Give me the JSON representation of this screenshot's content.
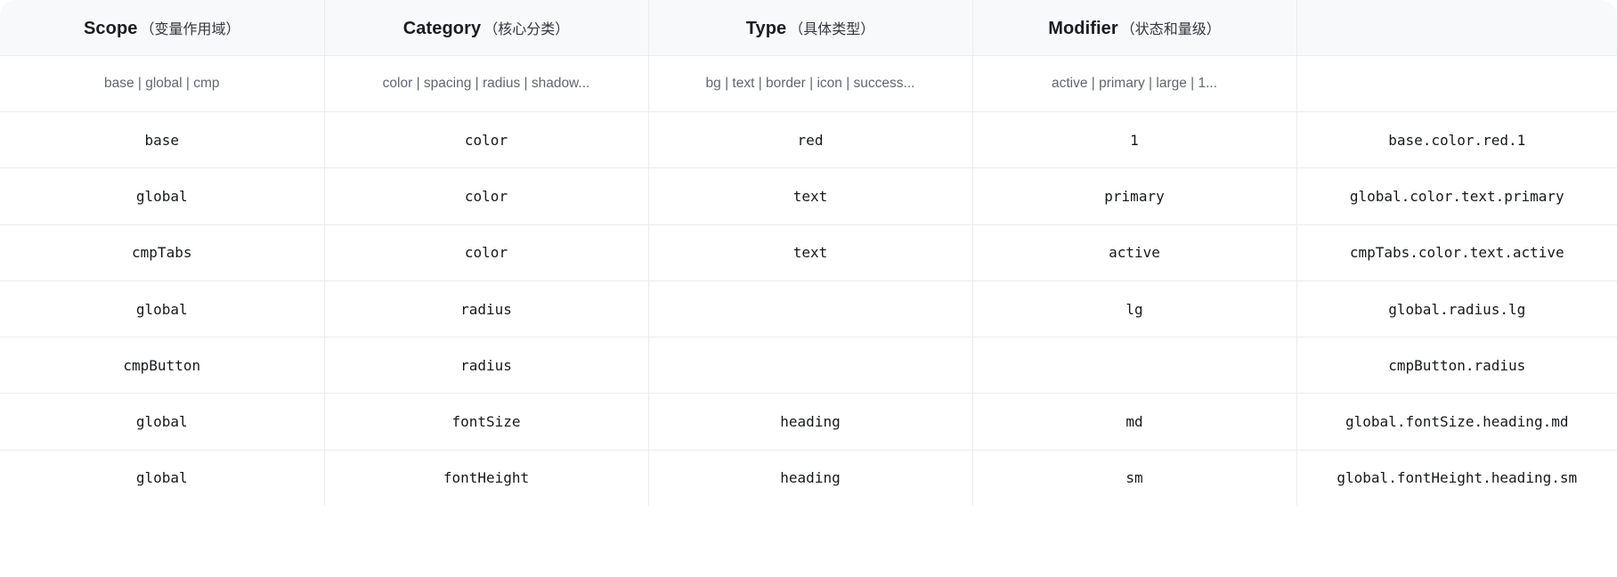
{
  "table": {
    "columns": [
      {
        "title": "Scope",
        "subtitle": "（变量作用域）",
        "example": "base | global | cmp"
      },
      {
        "title": "Category",
        "subtitle": "（核心分类）",
        "example": "color | spacing | radius |  shadow..."
      },
      {
        "title": "Type",
        "subtitle": "（具体类型）",
        "example": "bg | text | border | icon | success..."
      },
      {
        "title": "Modifier",
        "subtitle": "（状态和量级）",
        "example": "active | primary | large | 1..."
      },
      {
        "title": "",
        "subtitle": "",
        "example": ""
      }
    ],
    "rows": [
      {
        "scope": "base",
        "category": "color",
        "type": "red",
        "modifier": "1",
        "result": "base.color.red.1"
      },
      {
        "scope": "global",
        "category": "color",
        "type": "text",
        "modifier": "primary",
        "result": "global.color.text.primary"
      },
      {
        "scope": "cmpTabs",
        "category": "color",
        "type": "text",
        "modifier": "active",
        "result": "cmpTabs.color.text.active"
      },
      {
        "scope": "global",
        "category": "radius",
        "type": "",
        "modifier": "lg",
        "result": "global.radius.lg"
      },
      {
        "scope": "cmpButton",
        "category": "radius",
        "type": "",
        "modifier": "",
        "result": "cmpButton.radius"
      },
      {
        "scope": "global",
        "category": "fontSize",
        "type": "heading",
        "modifier": "md",
        "result": "global.fontSize.heading.md"
      },
      {
        "scope": "global",
        "category": "fontHeight",
        "type": "heading",
        "modifier": "sm",
        "result": "global.fontHeight.heading.sm"
      }
    ]
  },
  "colors": {
    "header_background": "#f8f9fb",
    "border": "#ebecf0",
    "text_primary": "#16181c",
    "text_muted": "#62666e",
    "card_background": "#ffffff"
  }
}
